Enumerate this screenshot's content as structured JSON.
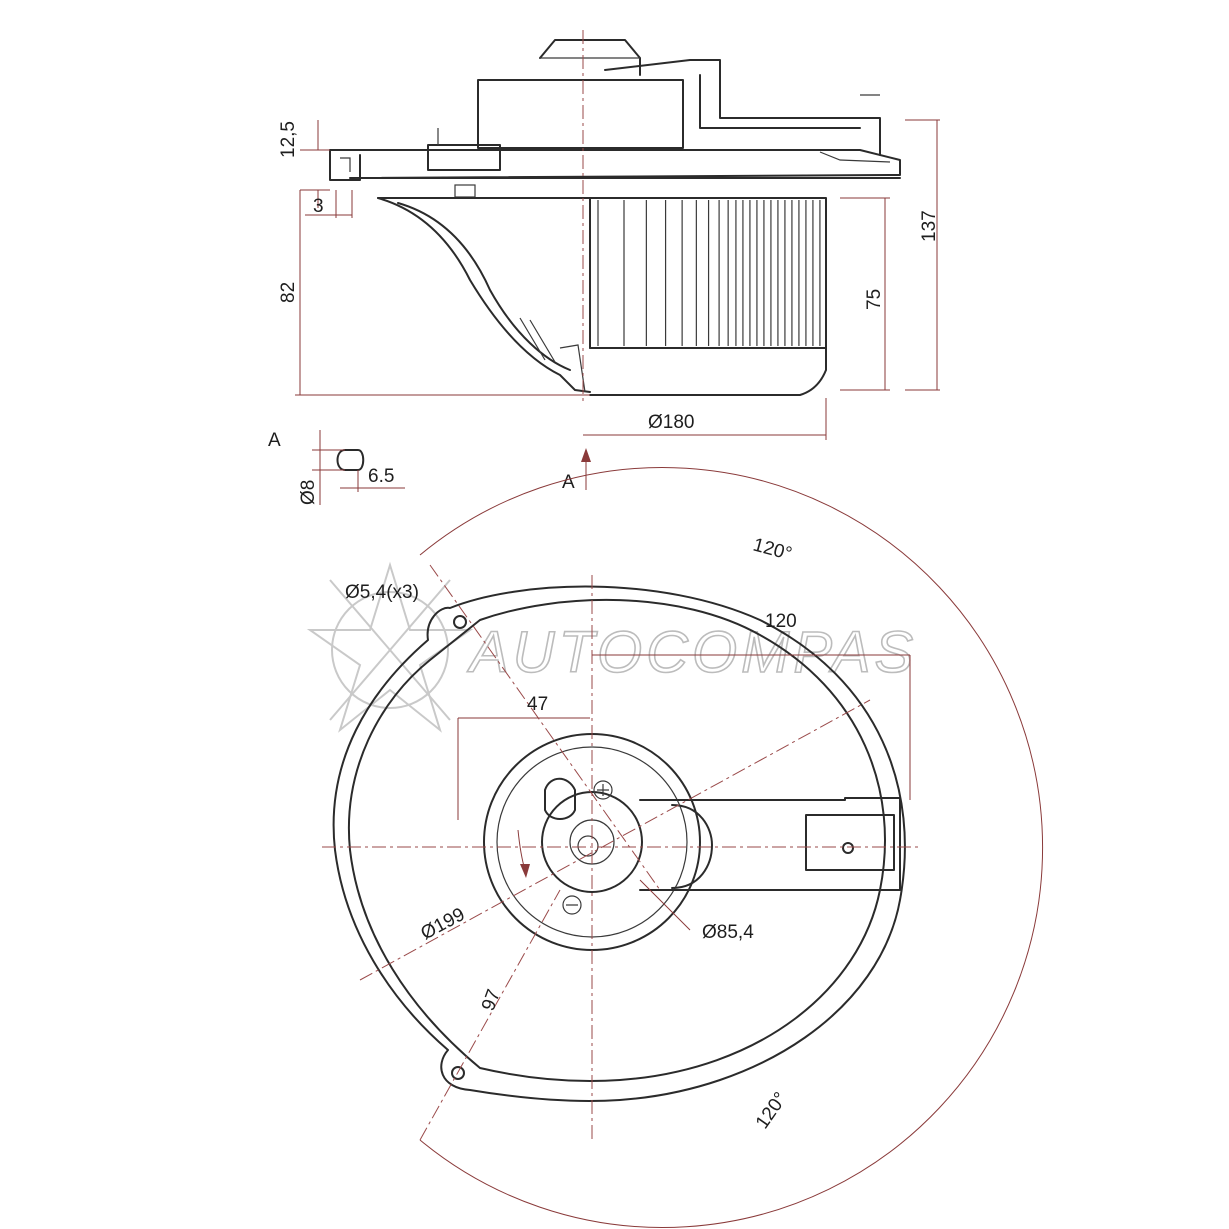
{
  "watermark": {
    "text": "AUTOCOMPAS"
  },
  "colors": {
    "line": "#2b2b2b",
    "dimension": "#8a3a3a",
    "watermark": "#bcbcbc"
  },
  "side_view": {
    "dim_flange_thickness": "12,5",
    "dim_lip": "3",
    "dim_body_height": "82",
    "dim_wheel_height": "75",
    "dim_total_height": "137",
    "dim_wheel_diameter": "Ø180"
  },
  "section_a": {
    "label": "A",
    "dim_diameter": "Ø8",
    "dim_depth": "6.5"
  },
  "view_arrow": {
    "label": "A"
  },
  "bottom_view": {
    "dim_angle_top": "120°",
    "dim_angle_bottom": "120°",
    "dim_holes": "Ø5,4(x3)",
    "dim_horizontal": "120",
    "dim_offset": "47",
    "dim_outer_diameter": "Ø199",
    "dim_hub_diameter": "Ø85,4",
    "dim_radius": "97"
  }
}
